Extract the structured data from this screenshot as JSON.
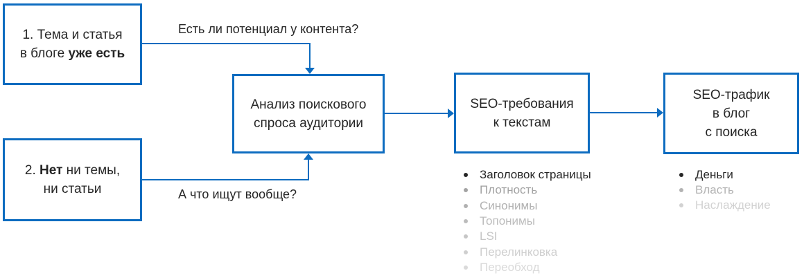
{
  "colors": {
    "accent": "#0d6cc0",
    "text": "#262626"
  },
  "flow": {
    "box_topic_exists": {
      "line1": "1. Тема и статья",
      "line2_pre": "в блоге ",
      "line2_bold": "уже есть"
    },
    "box_no_topic": {
      "line1_pre": "2. ",
      "line1_bold": "Нет",
      "line1_post": " ни темы,",
      "line2": "ни статьи"
    },
    "box_analysis": {
      "line1": "Анализ поискового",
      "line2": "спроса аудитории"
    },
    "box_seo_requirements": {
      "line1": "SEO-требования",
      "line2": "к текстам"
    },
    "box_seo_traffic": {
      "line1": "SEO-трафик",
      "line2": "в блог",
      "line3": "с поиска"
    }
  },
  "connectors": {
    "question1": "Есть ли потенциал у контента?",
    "question2": "А что ищут вообще?"
  },
  "seo_requirements_list": {
    "items": [
      {
        "label": "Заголовок страницы",
        "color": "#262626"
      },
      {
        "label": "Плотность",
        "color": "#a3a3a3"
      },
      {
        "label": "Синонимы",
        "color": "#b1b1b1"
      },
      {
        "label": "Топонимы",
        "color": "#bcbcbc"
      },
      {
        "label": "LSI",
        "color": "#c6c6c6"
      },
      {
        "label": "Перелинковка",
        "color": "#cfcfcf"
      },
      {
        "label": "Переобход",
        "color": "#dadada"
      }
    ]
  },
  "traffic_goals_list": {
    "items": [
      {
        "label": "Деньги",
        "color": "#262626"
      },
      {
        "label": "Власть",
        "color": "#b3b3b3"
      },
      {
        "label": "Наслаждение",
        "color": "#d2d2d2"
      }
    ]
  }
}
